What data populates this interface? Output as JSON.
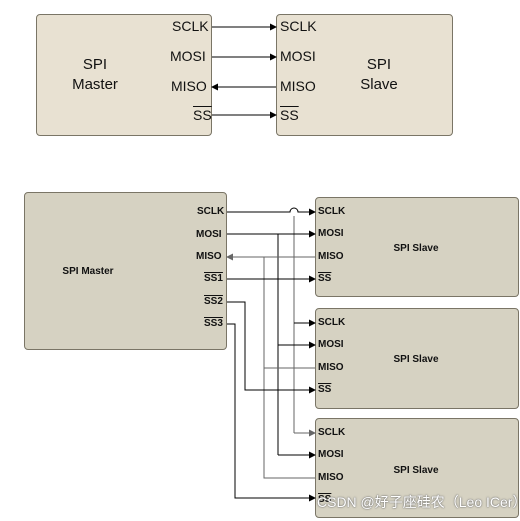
{
  "top": {
    "master": {
      "line1": "SPI",
      "line2": "Master",
      "pins": [
        "SCLK",
        "MOSI",
        "MISO",
        "SS"
      ]
    },
    "slave": {
      "line1": "SPI",
      "line2": "Slave",
      "pins": [
        "SCLK",
        "MOSI",
        "MISO",
        "SS"
      ]
    }
  },
  "bottom": {
    "master": {
      "title": "SPI Master",
      "pins": [
        "SCLK",
        "MOSI",
        "MISO",
        "SS1",
        "SS2",
        "SS3"
      ]
    },
    "slaves": [
      {
        "title": "SPI Slave",
        "pins": [
          "SCLK",
          "MOSI",
          "MISO",
          "SS"
        ]
      },
      {
        "title": "SPI Slave",
        "pins": [
          "SCLK",
          "MOSI",
          "MISO",
          "SS"
        ]
      },
      {
        "title": "SPI Slave",
        "pins": [
          "SCLK",
          "MOSI",
          "MISO",
          "SS"
        ]
      }
    ]
  },
  "watermark": "CSDN @好子座硅农（Leo ICer）",
  "colors": {
    "box_top": "#e8e1d2",
    "box_bottom": "#d6d2c2",
    "wire": "#000000"
  }
}
